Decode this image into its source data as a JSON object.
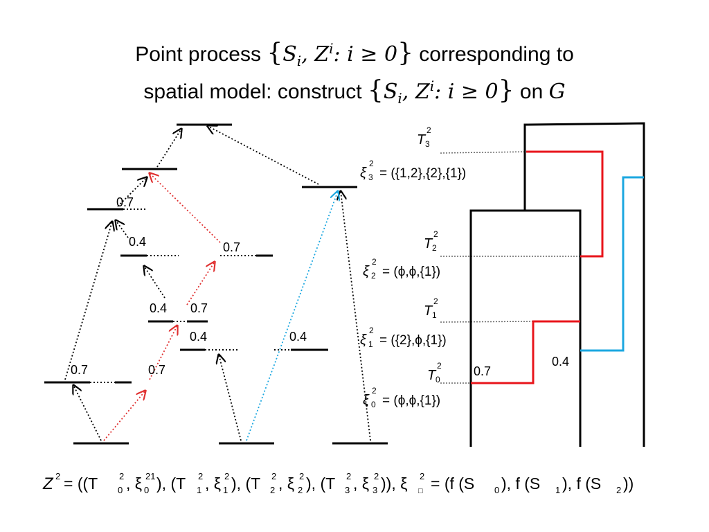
{
  "title": {
    "line1_before": "Point process ",
    "line1_set": "S",
    "line1_sub": "i",
    "line1_sep": ",  Z",
    "line1_sup": "i",
    "line1_cond": ":  i ≥ 0",
    "line1_after": " corresponding  to",
    "line2_before": "spatial model: construct ",
    "line2_set": "S",
    "line2_sub": "i",
    "line2_sep": ",  Z",
    "line2_sup": "i",
    "line2_cond": ":  i ≥ 0",
    "line2_after": " on ",
    "line2_G": "G"
  },
  "tree_labels": {
    "l1": "0.7",
    "l2": "0.4",
    "l3": "0.7",
    "l4": "0.4",
    "l5": "0.7",
    "l6": "0.4",
    "l7": "0.4",
    "l8": "0.7",
    "l9": "0.7"
  },
  "times": {
    "t3": "T",
    "t3_sub": "3",
    "t3_sup": "2",
    "t2": "T",
    "t2_sub": "2",
    "t2_sup": "2",
    "t1": "T",
    "t1_sub": "1",
    "t1_sup": "2",
    "t0": "T",
    "t0_sub": "0",
    "t0_sup": "2"
  },
  "marks": {
    "x3": "ξ",
    "x3_sub": "3",
    "x3_sup": "2",
    "x3_val": "= ({1,2},{2},{1})",
    "x2": "ξ",
    "x2_sub": "2",
    "x2_sup": "2",
    "x2_val": "= (ϕ,ϕ,{1})",
    "x1": "ξ",
    "x1_sub": "1",
    "x1_sup": "2",
    "x1_val": "= ({2},ϕ,{1})",
    "x0": "ξ",
    "x0_sub": "0",
    "x0_sup": "2",
    "x0_val": "= (ϕ,ϕ,{1})"
  },
  "genealogy_labels": {
    "g1": "0.7",
    "g2": "0.4"
  },
  "formula": {
    "z": "Z",
    "z_sup": "2",
    "f1": "= ((T",
    "f1_sup": "2",
    "f1_sub": "0",
    "f2": ", ξ",
    "f2_sup": "21",
    "f2_sub": "0",
    "f3": "), (T",
    "f3_sup": "2",
    "f3_sub": "1",
    "f4": ", ξ",
    "f4_sup": "2",
    "f4_sub": "1",
    "f5": "), (T",
    "f5_sup": "2",
    "f5_sub": "2",
    "f6": ", ξ",
    "f6_sup": "2",
    "f6_sub": "2",
    "f7": "), (T",
    "f7_sup": "2",
    "f7_sub": "3",
    "f8": ", ξ",
    "f8_sup": "2",
    "f8_sub": "3",
    "f9": ")), ξ",
    "f9_sup": "2",
    "f9_sub": "□",
    "f10": "= (f (S",
    "f10_sub": "0",
    "f11": "), f (S",
    "f11_sub": "1",
    "f12": "), f (S",
    "f12_sub": "2",
    "f13": "))"
  },
  "colors": {
    "black": "#000000",
    "red": "#e8151b",
    "red_dotted": "#e03030",
    "blue": "#1ba7e0",
    "gray_dotted": "#666666"
  }
}
